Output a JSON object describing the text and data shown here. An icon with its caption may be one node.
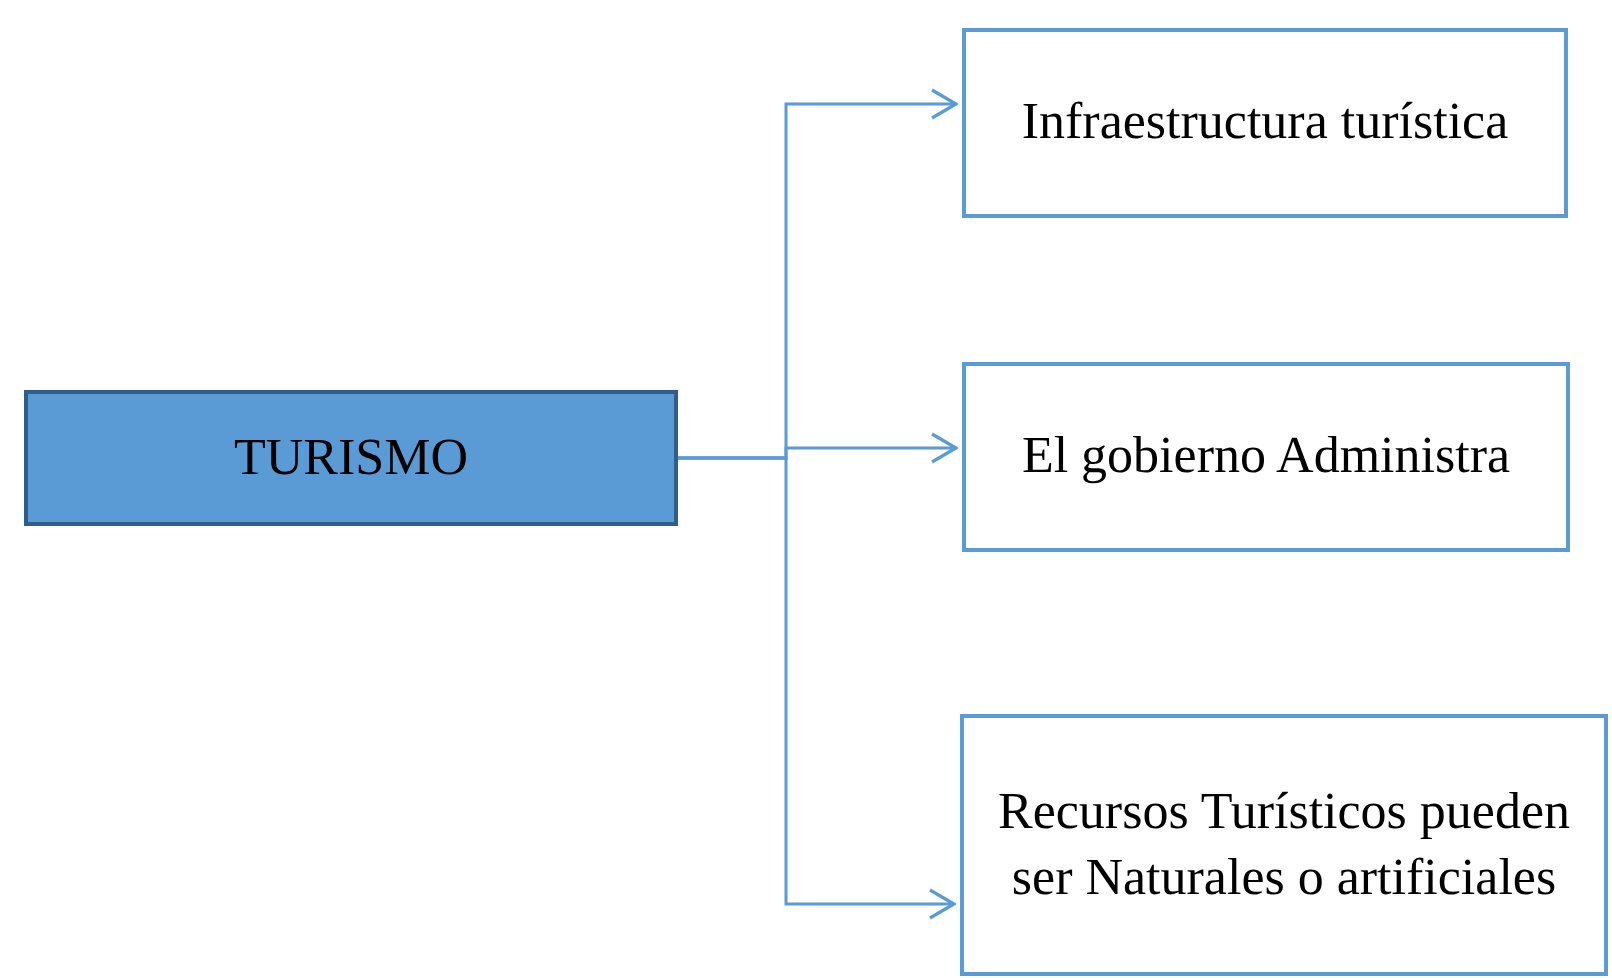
{
  "diagram": {
    "nodes": [
      {
        "text": [
          "TURISMO"
        ]
      },
      {
        "text": [
          "Infraestructura turística"
        ]
      },
      {
        "text": [
          "El gobierno Administra"
        ]
      },
      {
        "text": [
          "Recursos Turísticos pueden ser Naturales o artificiales"
        ]
      }
    ],
    "edges": [
      {
        "from": 0,
        "to": 1,
        "arrow": "to"
      },
      {
        "from": 0,
        "to": 2,
        "arrow": "to"
      },
      {
        "from": 0,
        "to": 3,
        "arrow": "to"
      }
    ]
  }
}
